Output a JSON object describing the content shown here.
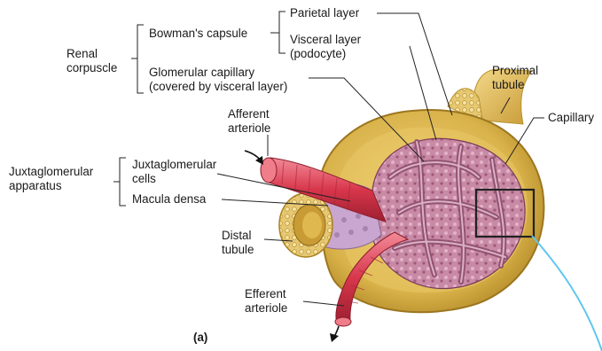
{
  "labels": {
    "renal_corpuscle": "Renal\ncorpuscle",
    "bowmans_capsule": "Bowman's capsule",
    "parietal_layer": "Parietal layer",
    "visceral_layer": "Visceral layer\n(podocyte)",
    "glomerular_capillary": "Glomerular capillary\n(covered by visceral layer)",
    "proximal_tubule": "Proximal\ntubule",
    "capillary": "Capillary",
    "afferent_arteriole": "Afferent\narteriole",
    "juxtaglomerular_apparatus": "Juxtaglomerular\napparatus",
    "juxtaglomerular_cells": "Juxtaglomerular\ncells",
    "macula_densa": "Macula densa",
    "distal_tubule": "Distal\ntubule",
    "efferent_arteriole": "Efferent\narteriole",
    "panel": "(a)"
  },
  "colors": {
    "capsule": "#d9b24a",
    "capsule_dark": "#b8902c",
    "arteriole": "#d8364b",
    "arteriole_light": "#ef7d8a",
    "glomerulus": "#c98aa6",
    "glomerulus_dark": "#8e4e6d",
    "tubule": "#e3c46a",
    "macula": "#c9a6cf",
    "highlight_box": "#222222",
    "cyan_line": "#5fc6ee",
    "leader": "#222222"
  }
}
